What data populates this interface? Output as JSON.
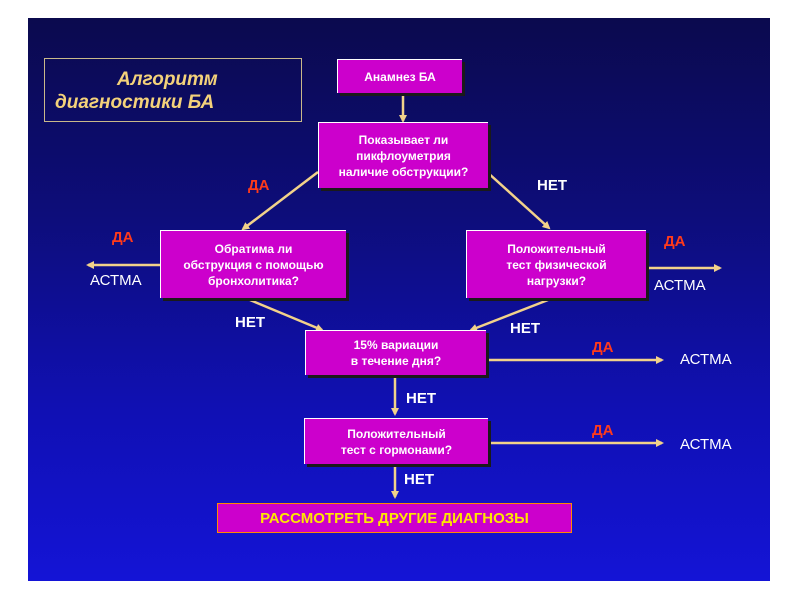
{
  "title": {
    "line1": "Алгоритм",
    "line2": "диагностики БА"
  },
  "nodes": {
    "anamnesis": "Анамнез БА",
    "peakflow": "Показывает ли\nпикфлоуметрия\nналичие обструкции?",
    "reversible": "Обратима ли\nобструкция с помощью\nбронхолитика?",
    "exercise": "Положительный\nтест физической\nнагрузки?",
    "variation": "15% вариации\nв течение дня?",
    "hormones": "Положительный\nтест с гормонами?",
    "other": "РАССМОТРЕТЬ ДРУГИЕ ДИАГНОЗЫ"
  },
  "labels": {
    "yes": "ДА",
    "no": "НЕТ",
    "asthma": "АСТМА"
  },
  "colors": {
    "node": "#cc00cc",
    "yes": "#ff3a1a",
    "arrow": "#f2d28a",
    "final_text": "#ffe600"
  }
}
